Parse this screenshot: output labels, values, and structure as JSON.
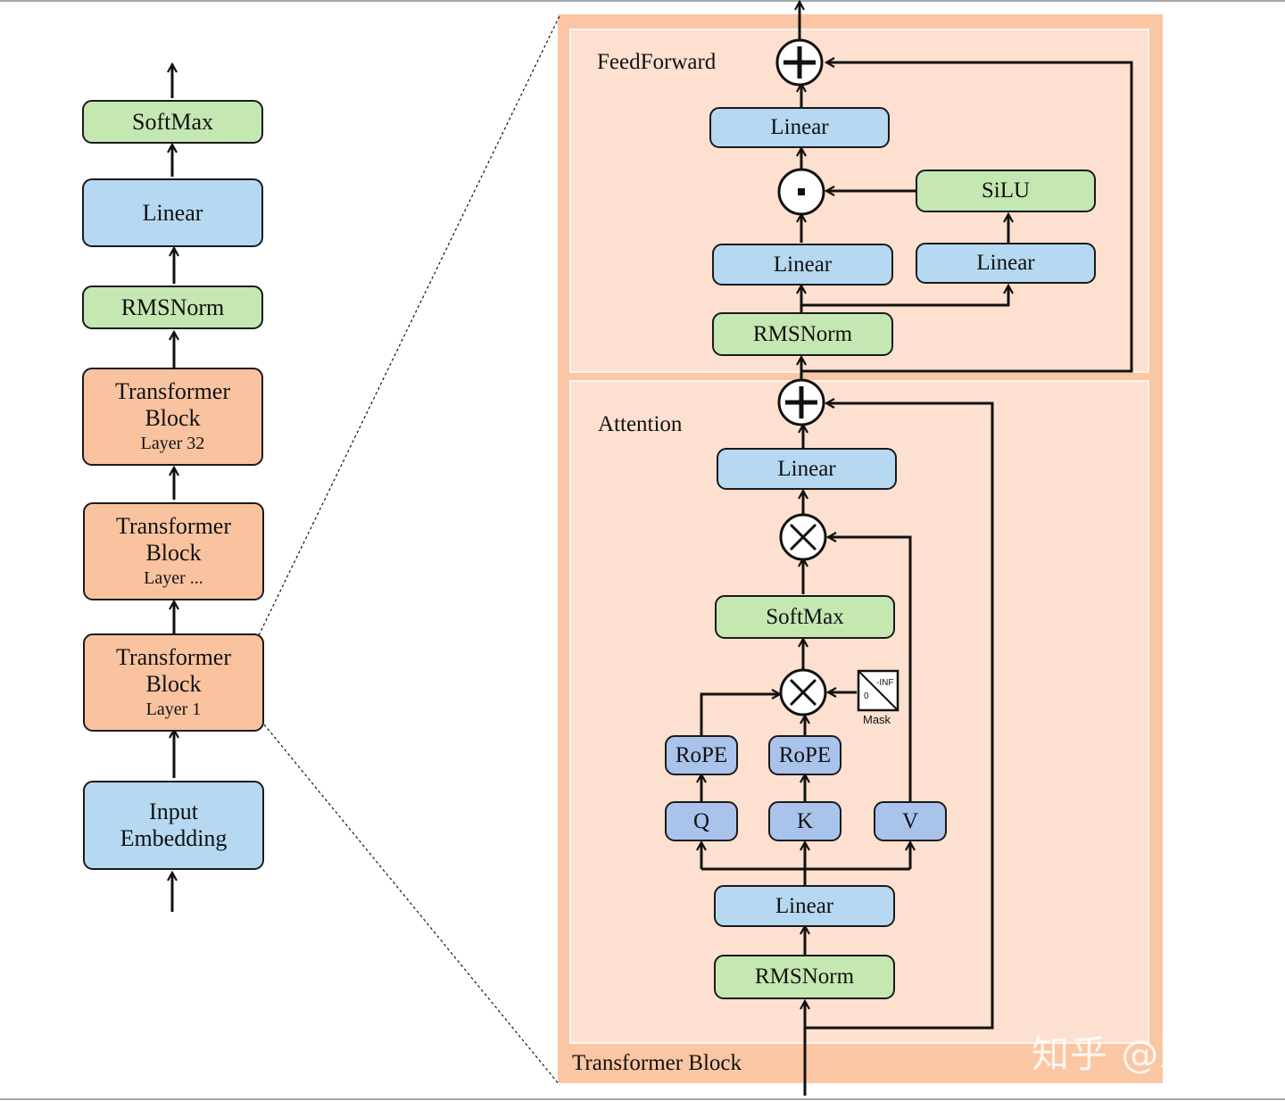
{
  "left_stack": {
    "softmax": "SoftMax",
    "linear": "Linear",
    "rmsnorm": "RMSNorm",
    "block_32": {
      "title": "Transformer",
      "title2": "Block",
      "layer": "Layer 32"
    },
    "block_mid": {
      "title": "Transformer",
      "title2": "Block",
      "layer": "Layer ..."
    },
    "block_1": {
      "title": "Transformer",
      "title2": "Block",
      "layer": "Layer 1"
    },
    "input": {
      "line1": "Input",
      "line2": "Embedding"
    }
  },
  "feedforward": {
    "title": "FeedForward",
    "linear_out": "Linear",
    "silu": "SiLU",
    "linear_left": "Linear",
    "linear_right": "Linear",
    "rmsnorm": "RMSNorm"
  },
  "attention": {
    "title": "Attention",
    "linear_out": "Linear",
    "softmax": "SoftMax",
    "rope_q": "RoPE",
    "rope_k": "RoPE",
    "q": "Q",
    "k": "K",
    "v": "V",
    "linear_in": "Linear",
    "rmsnorm": "RMSNorm",
    "mask_label": "Mask",
    "mask_zero": "0",
    "mask_inf": "-INF"
  },
  "block_caption": "Transformer Block",
  "watermark": "知乎 @Xode",
  "colors": {
    "outer_panel": "#fbc6a3",
    "inner_panel": "#fde0cf",
    "green": "#c5e7b2",
    "blue": "#b6d8f1",
    "purple": "#a9c3eb",
    "orange": "#f9c3a0"
  }
}
